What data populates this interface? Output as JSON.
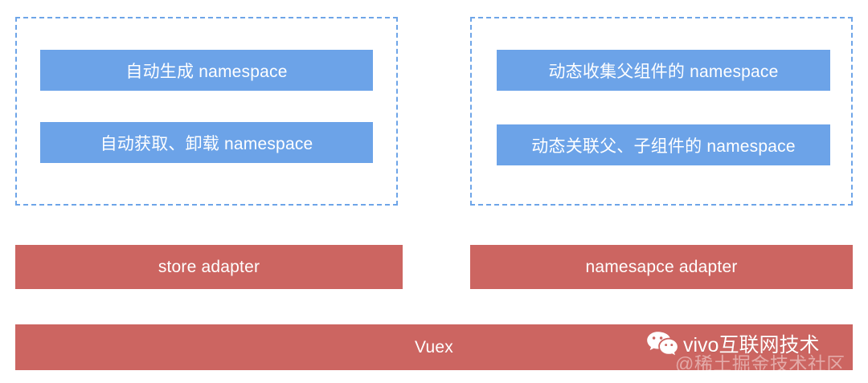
{
  "diagram": {
    "title": "Vuex namespace adapter architecture",
    "colors": {
      "blue": "#6ca3e8",
      "dashed_border": "#6ea5e8",
      "red": "#cc6561",
      "background": "#ffffff",
      "text_on_fill": "#ffffff"
    },
    "groups": [
      {
        "id": "left",
        "boxes": [
          {
            "label": "自动生成 namespace"
          },
          {
            "label": "自动获取、卸载 namespace"
          }
        ]
      },
      {
        "id": "right",
        "boxes": [
          {
            "label": "动态收集父组件的 namespace"
          },
          {
            "label": "动态关联父、子组件的 namespace"
          }
        ]
      }
    ],
    "adapters": [
      {
        "id": "store-adapter",
        "label": "store adapter"
      },
      {
        "id": "namespace-adapter",
        "label": "namesapce adapter"
      }
    ],
    "base": {
      "id": "vuex",
      "label": "Vuex"
    }
  },
  "watermark": {
    "icon": "wechat-icon",
    "brand": "vivo互联网技术",
    "overlay": "@稀土掘金技术社区"
  }
}
